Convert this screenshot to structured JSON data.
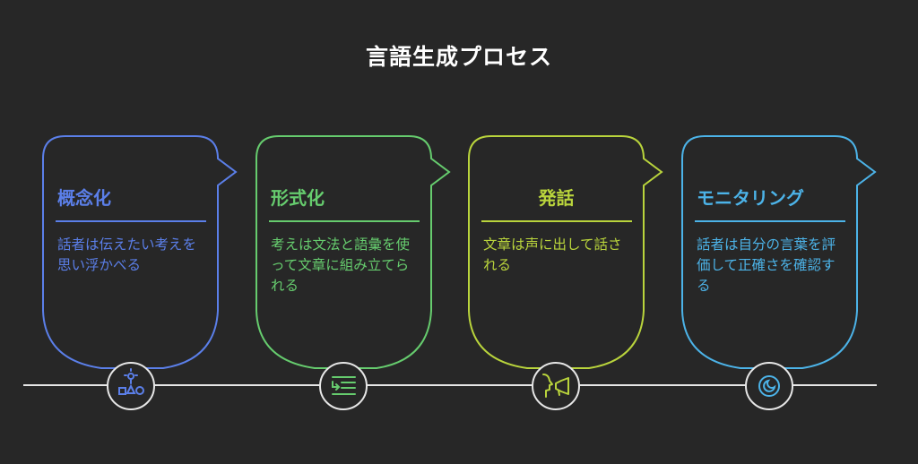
{
  "title": "言語生成プロセス",
  "steps": [
    {
      "title": "概念化",
      "description": "話者は伝えたい考えを思い浮かべる",
      "color": "#5B7FE9",
      "icon": "concept-shapes-icon"
    },
    {
      "title": "形式化",
      "description": "考えは文法と語彙を使って文章に組み立てられる",
      "color": "#66CC6E",
      "icon": "list-indent-icon"
    },
    {
      "title": "発話",
      "description": "文章は声に出して話される",
      "color": "#B9D43C",
      "icon": "speaking-head-icon"
    },
    {
      "title": "モニタリング",
      "description": "話者は自分の言葉を評価して正確さを確認する",
      "color": "#4CB3E8",
      "icon": "moon-circle-icon"
    }
  ]
}
